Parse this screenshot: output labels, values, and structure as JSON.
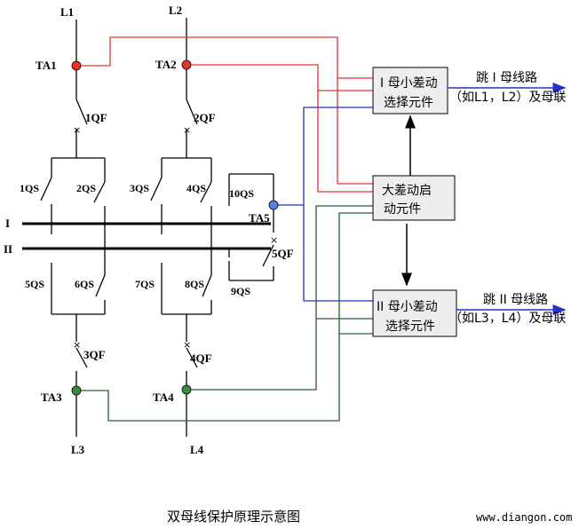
{
  "lines": {
    "L1": "L1",
    "L2": "L2",
    "L3": "L3",
    "L4": "L4"
  },
  "ct": {
    "TA1": "TA1",
    "TA2": "TA2",
    "TA3": "TA3",
    "TA4": "TA4",
    "TA5": "TA5"
  },
  "breakers": {
    "QF1": "1QF",
    "QF2": "2QF",
    "QF3": "3QF",
    "QF4": "4QF",
    "QF5": "5QF"
  },
  "isolators": {
    "QS1": "1QS",
    "QS2": "2QS",
    "QS3": "3QS",
    "QS4": "4QS",
    "QS5": "5QS",
    "QS6": "6QS",
    "QS7": "7QS",
    "QS8": "8QS",
    "QS9": "9QS",
    "QS10": "10QS"
  },
  "buses": {
    "bus1": "I",
    "bus2": "II"
  },
  "boxes": {
    "bus1_select": [
      "I 母小差动",
      "选择元件"
    ],
    "main_start": [
      "大差动启",
      "动元件"
    ],
    "bus2_select": [
      "II 母小差动",
      "选择元件"
    ]
  },
  "outputs": {
    "trip1_line1": "跳 I 母线路",
    "trip1_line2": "（如L1，L2）及母联",
    "trip2_line1": "跳 II 母线路",
    "trip2_line2": "（如L3，L4）及母联"
  },
  "caption": "双母线保护原理示意图",
  "watermark": "www.diangon.com",
  "colors": {
    "red": "#e8332a",
    "blue": "#2431c8",
    "green": "#2d5a2d",
    "box_fill": "#eeeeee"
  }
}
